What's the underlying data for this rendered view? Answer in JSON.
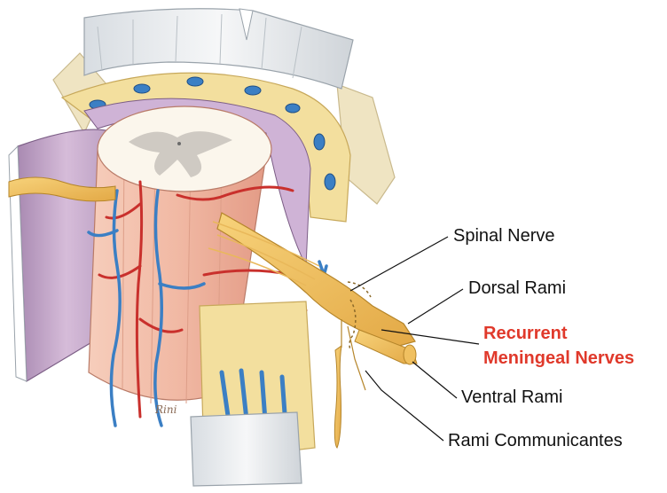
{
  "labels": {
    "spinal_nerve": "Spinal Nerve",
    "dorsal_rami": "Dorsal Rami",
    "recurrent_line1": "Recurrent",
    "recurrent_line2": "Meningeal Nerves",
    "ventral_rami": "Ventral Rami",
    "rami_communicantes": "Rami Communicantes"
  },
  "signature": "Rini",
  "colors": {
    "highlight_label": "#e0392b",
    "text": "#111111",
    "artery": "#c9302c",
    "vein": "#3b7fc4",
    "nerve": "#f0c060",
    "dura_purple": "#c9a8cf",
    "cord_pink": "#f3c1ad",
    "fat_yellow": "#f3df9e",
    "bone": "#efe4c2"
  }
}
